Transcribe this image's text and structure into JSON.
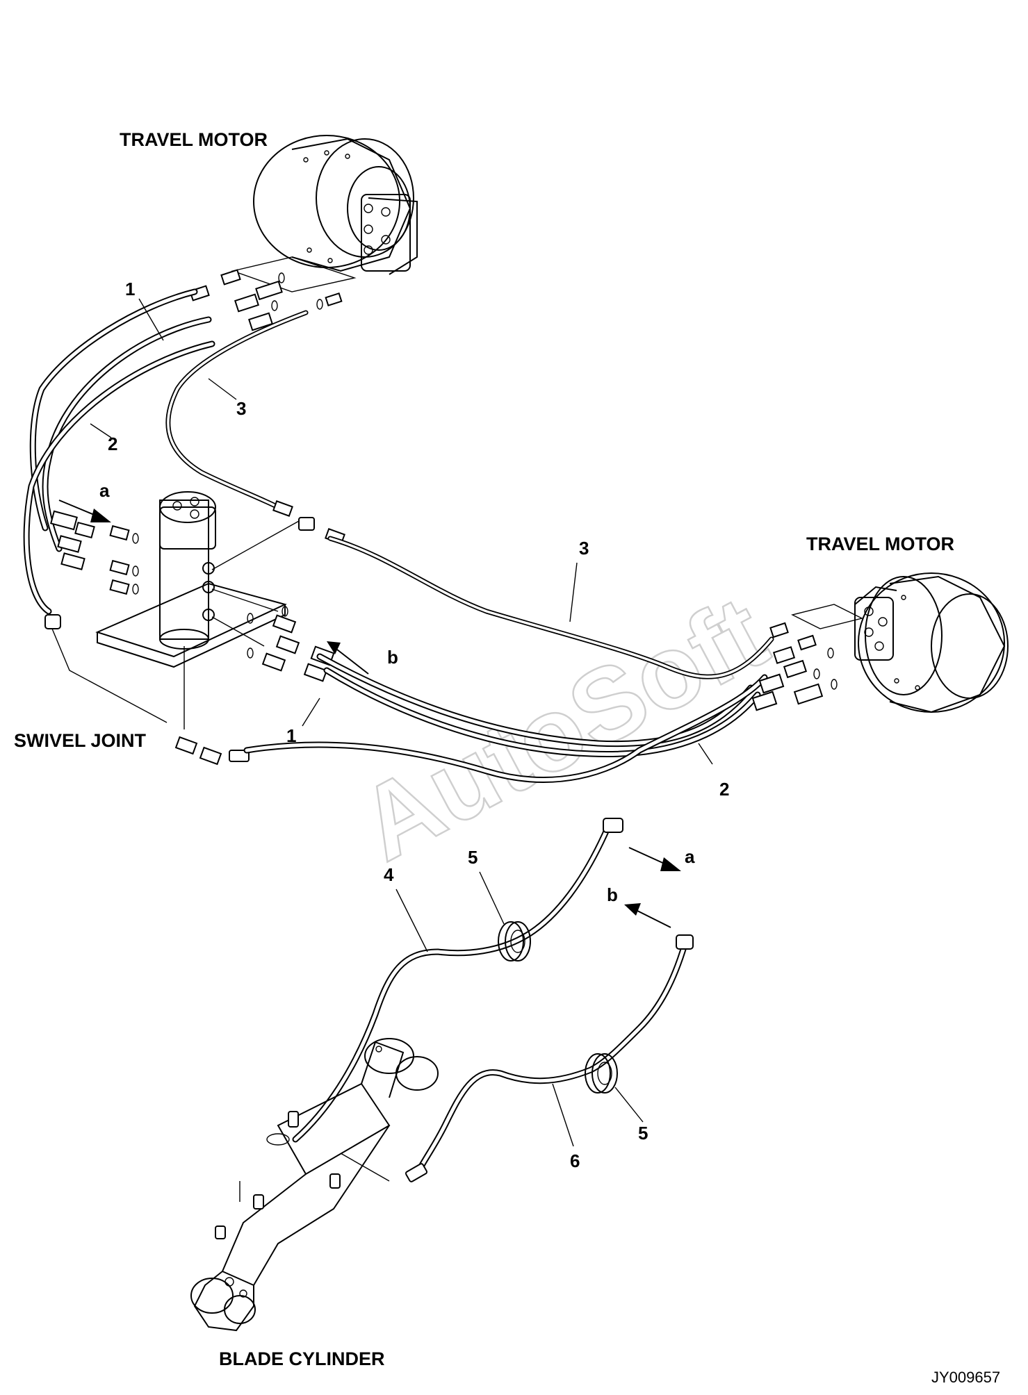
{
  "labels": {
    "travel_motor_top": "TRAVEL MOTOR",
    "travel_motor_right": "TRAVEL MOTOR",
    "swivel_joint": "SWIVEL JOINT",
    "blade_cylinder": "BLADE CYLINDER",
    "figure_code": "JY009657"
  },
  "callouts": {
    "c1_top": "1",
    "c2_top": "2",
    "c3_top": "3",
    "a_top": "a",
    "b_mid": "b",
    "c3_mid": "3",
    "c1_mid": "1",
    "c2_mid": "2",
    "c4": "4",
    "c5_top": "5",
    "a_low": "a",
    "b_low": "b",
    "c5_low": "5",
    "c6": "6"
  },
  "watermark": "AutoSoft"
}
